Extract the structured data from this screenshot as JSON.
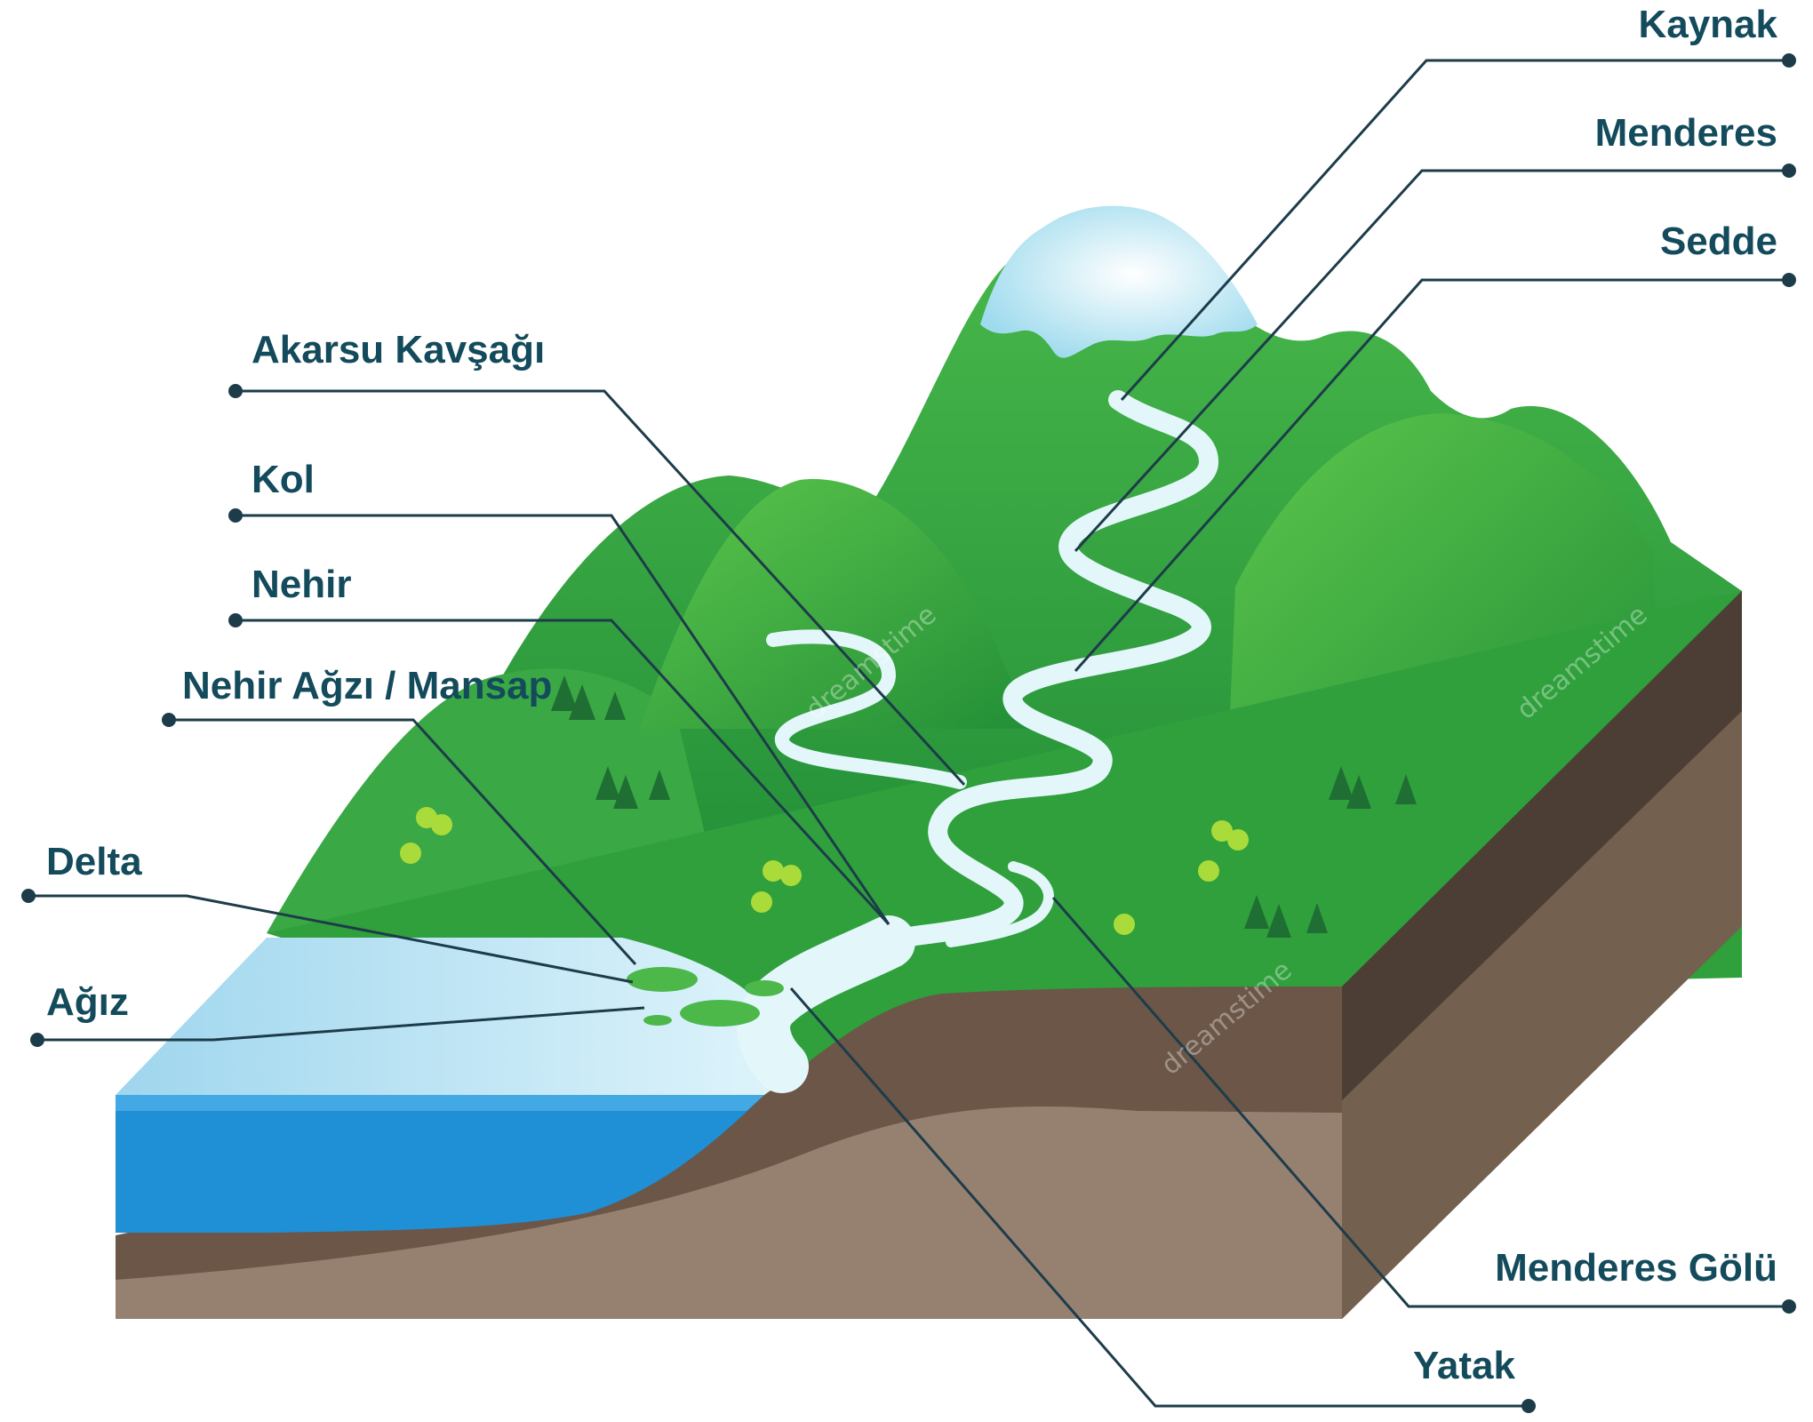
{
  "labels": {
    "kaynak": "Kaynak",
    "menderes": "Menderes",
    "sedde": "Sedde",
    "akarsu_kavsagi": "Akarsu Kavşağı",
    "kol": "Kol",
    "nehir": "Nehir",
    "nehir_agzi": "Nehir Ağzı / Mansap",
    "delta": "Delta",
    "agiz": "Ağız",
    "menderes_golu": "Menderes Gölü",
    "yatak": "Yatak"
  },
  "watermark": "dreamstime",
  "colors": {
    "label_text": "#144b5c",
    "leader_line": "#1d3c4a",
    "grass": "#2e9e3a",
    "grass_light": "#56c247",
    "river": "#e3f7fb",
    "sea_top": "#bfe6f3",
    "sea_side": "#1f8fd6",
    "soil_dark": "#6b5648",
    "soil_light": "#9b8676",
    "snow": "#c9eef8"
  }
}
